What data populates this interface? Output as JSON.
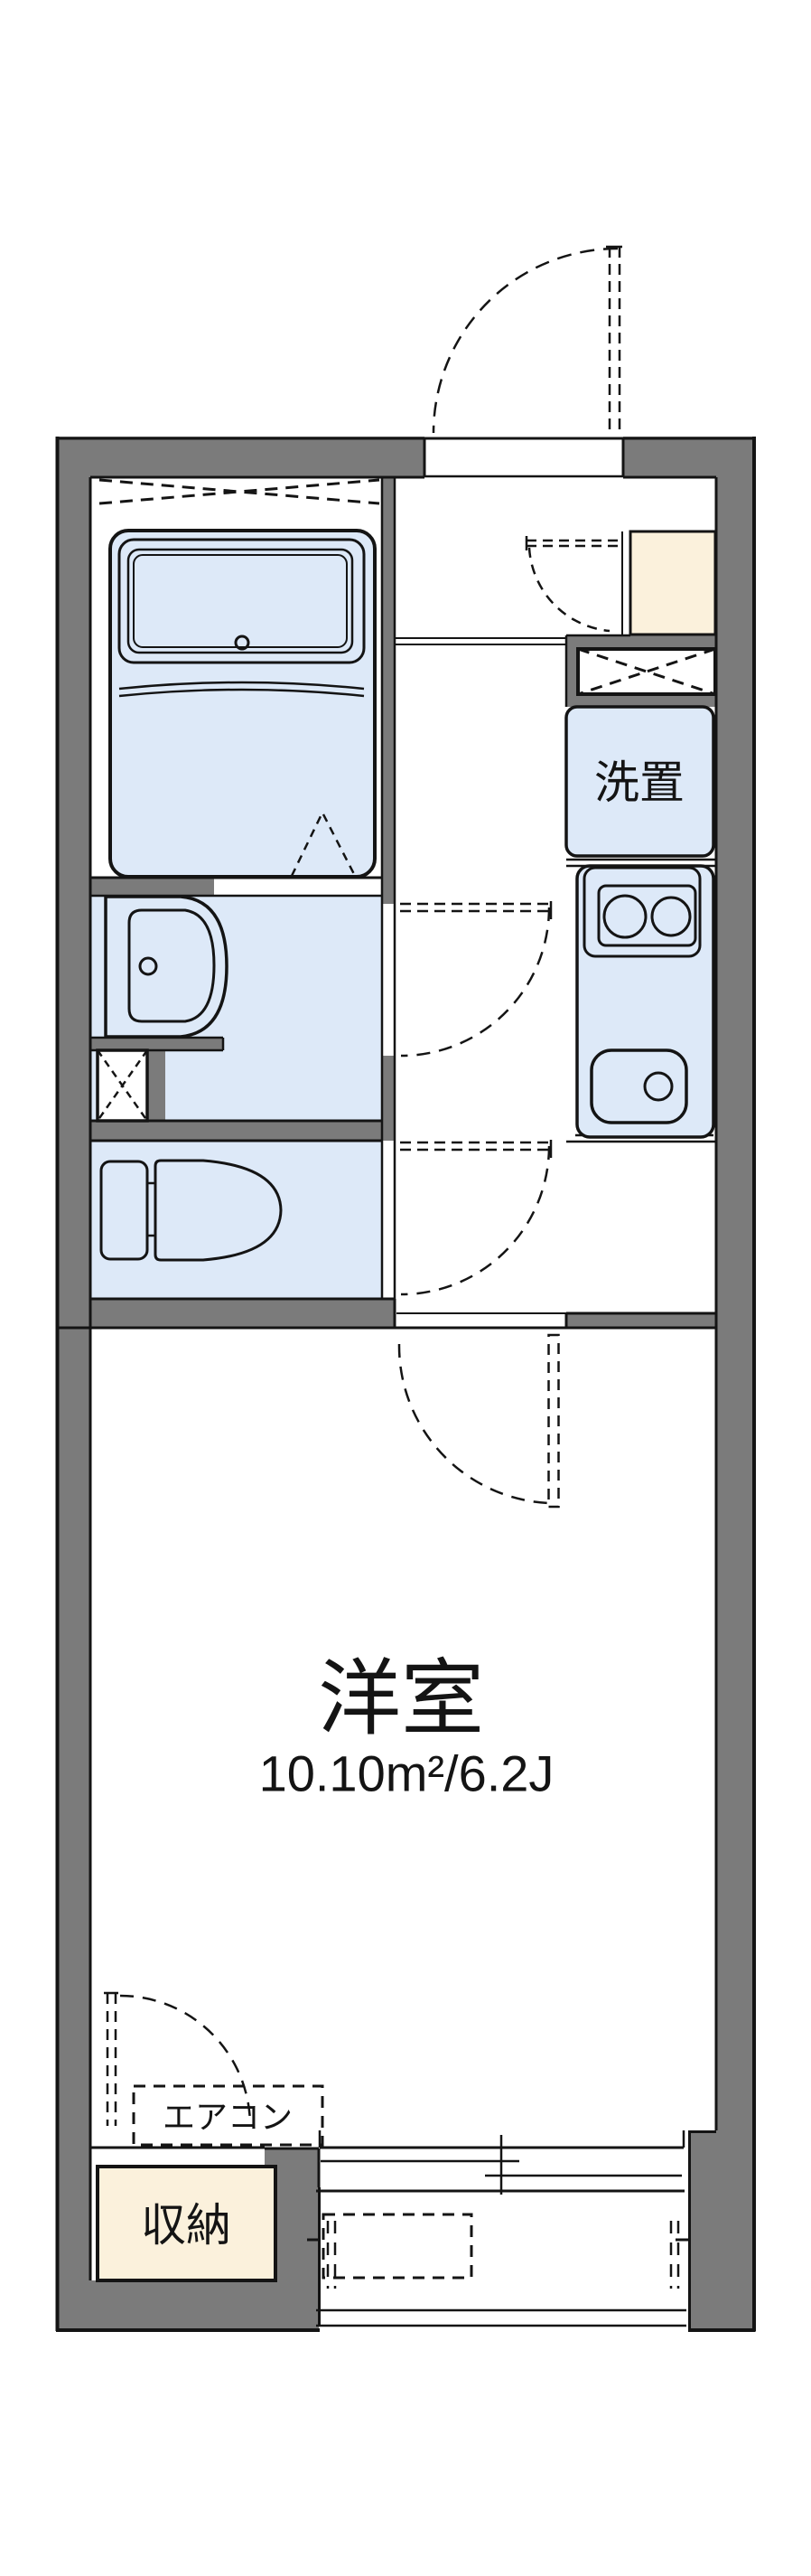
{
  "floorplan": {
    "labels": {
      "room": "洋室",
      "room_area": "10.10m²/6.2J",
      "washer": "洗置",
      "aircon": "エアコン",
      "closet": "収納"
    },
    "colors": {
      "wall": "#7b7b7b",
      "fixture": "#dde9f8",
      "cabinet": "#fbf1dc",
      "line": "#141414",
      "background": "#ffffff"
    }
  }
}
